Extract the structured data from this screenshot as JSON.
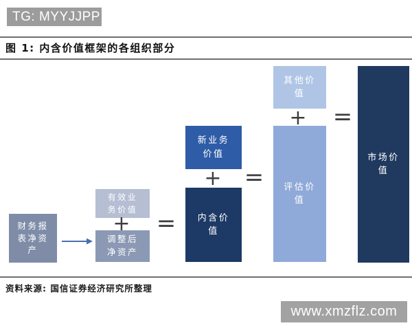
{
  "header": {
    "watermark_tag": "TG: MYYJJPP",
    "watermark_bg": "#9c9c9c"
  },
  "figure": {
    "title": "图 1: 内含价值框架的各组织部分",
    "source": "资料来源: 国信证券经济研究所整理"
  },
  "diagram": {
    "boxes": {
      "financial_net_assets": {
        "label": "财务报\n表净资\n产",
        "color": "#7e8ca7"
      },
      "effective_business_value": {
        "label": "有效业\n务价值",
        "color": "#b5bed3"
      },
      "adjusted_net_assets": {
        "label": "调整后\n净资产",
        "color": "#8b99b4"
      },
      "new_business_value": {
        "label": "新业务\n价值",
        "color": "#2e5ca6"
      },
      "embedded_value": {
        "label": "内含价\n值",
        "color": "#1d3a66"
      },
      "other_value": {
        "label": "其他价\n值",
        "color": "#b0c5e6"
      },
      "appraisal_value": {
        "label": "评估价\n值",
        "color": "#8fa9d9"
      },
      "market_value": {
        "label": "市场价\n值",
        "color": "#20395f"
      }
    },
    "operators": {
      "plus": "+",
      "equals": "="
    },
    "icons": {
      "flow_arrow": "arrow-right"
    },
    "arrow_color": "#4a6fae"
  },
  "footer": {
    "watermark_site": "www.xmzflz.com",
    "watermark_bg": "#a2a2a2"
  }
}
